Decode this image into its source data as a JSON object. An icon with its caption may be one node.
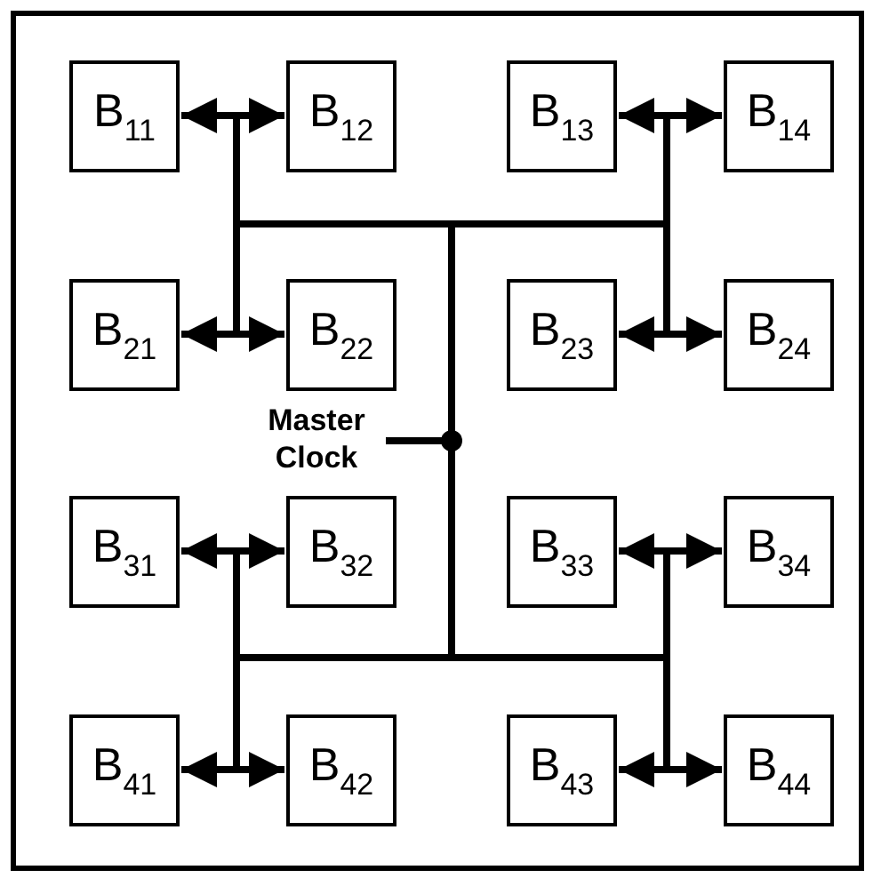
{
  "diagram": {
    "nodes": [
      {
        "text": [
          "B$_{11}$"
        ]
      },
      {
        "text": [
          "B$_{12}$"
        ]
      },
      {
        "text": [
          "B$_{13}$"
        ]
      },
      {
        "text": [
          "B$_{14}$"
        ]
      },
      {
        "text": [
          "B$_{21}$"
        ]
      },
      {
        "text": [
          "B$_{22}$"
        ]
      },
      {
        "text": [
          "B$_{23}$"
        ]
      },
      {
        "text": [
          "B$_{24}$"
        ]
      },
      {
        "text": [
          "B$_{31}$"
        ]
      },
      {
        "text": [
          "B$_{32}$"
        ]
      },
      {
        "text": [
          "B$_{33}$"
        ]
      },
      {
        "text": [
          "B$_{34}$"
        ]
      },
      {
        "text": [
          "B$_{41}$"
        ]
      },
      {
        "text": [
          "B$_{42}$"
        ]
      },
      {
        "text": [
          "B$_{43}$"
        ]
      },
      {
        "text": [
          "B$_{44}$"
        ]
      },
      {
        "text": [
          "Master Clock"
        ]
      }
    ],
    "edges": [
      {
        "from": 16,
        "to": 0,
        "arrow": "to"
      },
      {
        "from": 16,
        "to": 1,
        "arrow": "to"
      },
      {
        "from": 16,
        "to": 2,
        "arrow": "to"
      },
      {
        "from": 16,
        "to": 3,
        "arrow": "to"
      },
      {
        "from": 16,
        "to": 4,
        "arrow": "to"
      },
      {
        "from": 16,
        "to": 5,
        "arrow": "to"
      },
      {
        "from": 16,
        "to": 6,
        "arrow": "to"
      },
      {
        "from": 16,
        "to": 7,
        "arrow": "to"
      },
      {
        "from": 16,
        "to": 8,
        "arrow": "to"
      },
      {
        "from": 16,
        "to": 9,
        "arrow": "to"
      },
      {
        "from": 16,
        "to": 10,
        "arrow": "to"
      },
      {
        "from": 16,
        "to": 11,
        "arrow": "to"
      },
      {
        "from": 16,
        "to": 12,
        "arrow": "to"
      },
      {
        "from": 16,
        "to": 13,
        "arrow": "to"
      },
      {
        "from": 16,
        "to": 14,
        "arrow": "to"
      },
      {
        "from": 16,
        "to": 15,
        "arrow": "to"
      }
    ]
  }
}
